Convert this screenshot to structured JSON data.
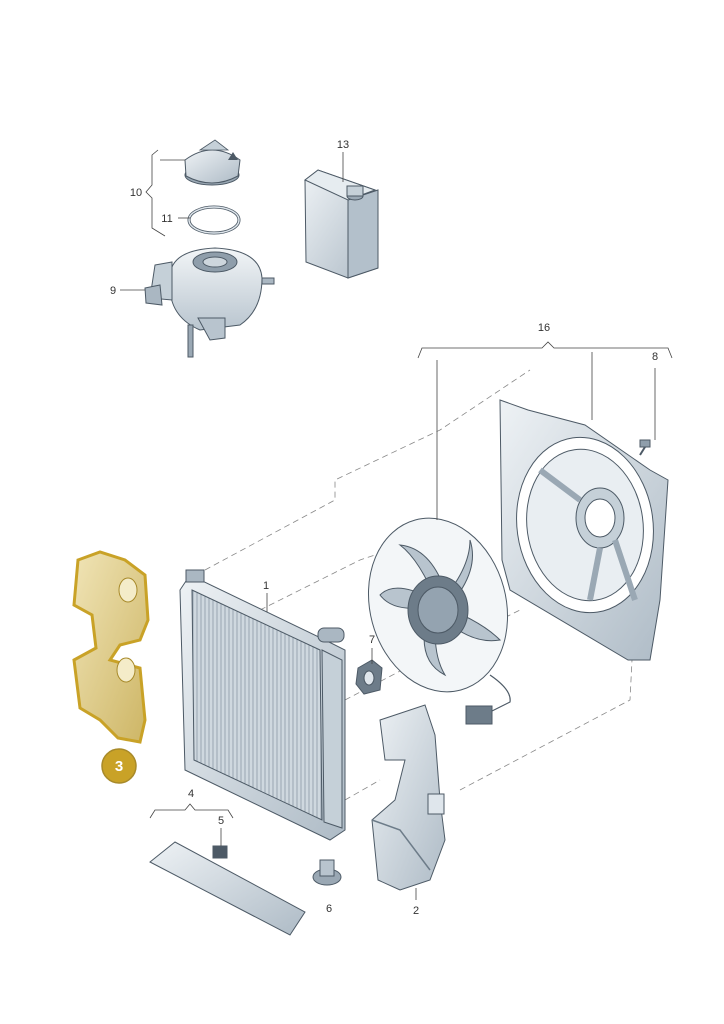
{
  "callouts": {
    "c1": "1",
    "c2": "2",
    "c4": "4",
    "c5": "5",
    "c6": "6",
    "c7": "7",
    "c8": "8",
    "c9": "9",
    "c10": "10",
    "c11": "11",
    "c13": "13",
    "c16": "16"
  },
  "highlight": {
    "label": "3",
    "color": "#c9a227"
  },
  "colors": {
    "part_fill": "#dfe6ec",
    "part_shade": "#b6c3ce",
    "highlight_fill": "#e2d39a"
  }
}
